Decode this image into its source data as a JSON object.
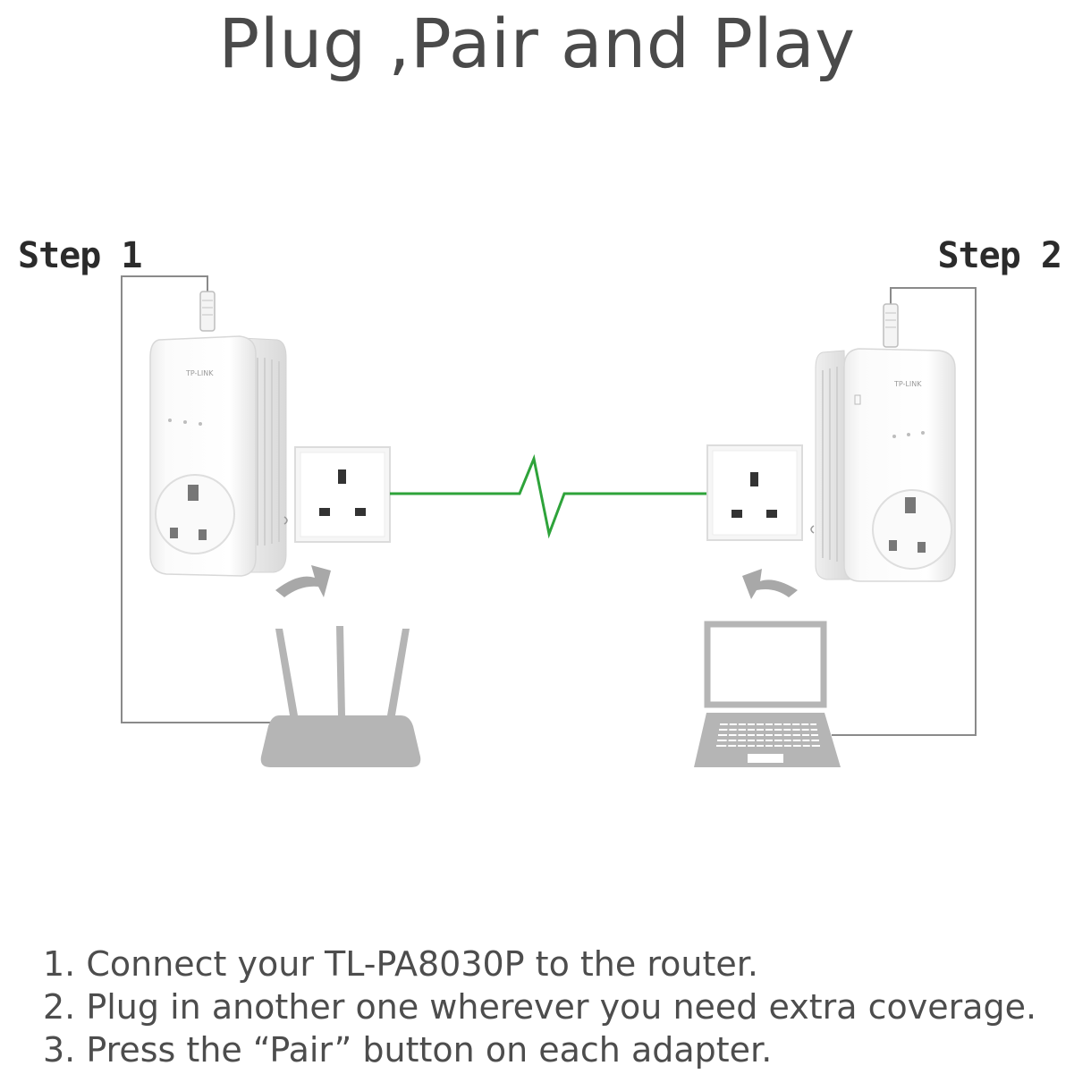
{
  "title": "Plug ,Pair and Play",
  "steps": {
    "step1": "Step 1",
    "step2": "Step 2"
  },
  "adapters": {
    "brand": "TP-LINK"
  },
  "colors": {
    "title": "#4a4a4a",
    "text": "#4d4d4d",
    "powerline_link": "#2ea33a",
    "device_gray": "#b5b5b5",
    "cable": "#8a8a8a"
  },
  "instructions": [
    "1. Connect your TL-PA8030P to the router.",
    "2. Plug in another one wherever you need extra coverage.",
    "3. Press the “Pair” button on each adapter."
  ]
}
